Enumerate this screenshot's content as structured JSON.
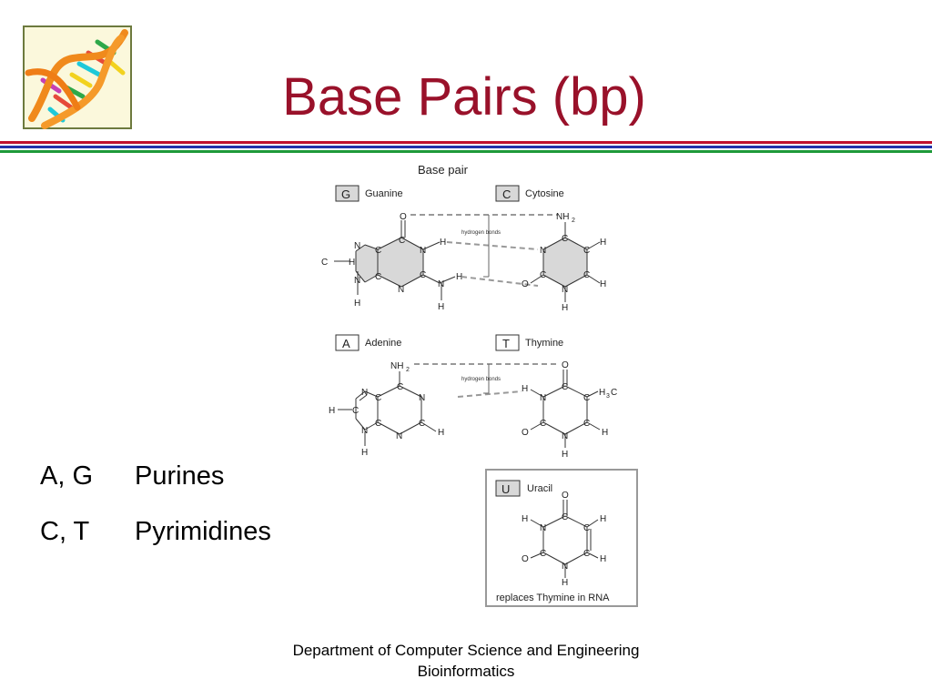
{
  "slide": {
    "title": "Base Pairs (bp)",
    "footer_line1": "Department of Computer Science and Engineering",
    "footer_line2": "Bioinformatics"
  },
  "classification": [
    {
      "bases": "A, G",
      "type": "Purines"
    },
    {
      "bases": "C, T",
      "type": "Pyrimidines"
    }
  ],
  "diagram": {
    "heading": "Base pair",
    "hydrogen_bonds_label": "hydrogen bonds",
    "gc_pair": {
      "left": {
        "letter": "G",
        "name": "Guanine"
      },
      "right": {
        "letter": "C",
        "name": "Cytosine"
      }
    },
    "at_pair": {
      "left": {
        "letter": "A",
        "name": "Adenine"
      },
      "right": {
        "letter": "T",
        "name": "Thymine"
      }
    },
    "uracil": {
      "letter": "U",
      "name": "Uracil",
      "caption": "replaces Thymine in RNA"
    }
  },
  "atoms": {
    "carbon": "C",
    "nitrogen": "N",
    "oxygen": "O",
    "hydrogen": "H",
    "amine": "NH",
    "methyl": "H",
    "subscript_2": "2",
    "subscript_3": "3"
  },
  "colors": {
    "title": "#99112a",
    "rule_red": "#c0102c",
    "rule_blue": "#2233aa",
    "rule_green": "#1f9a3a",
    "ring_fill": "#d8d8d8"
  }
}
